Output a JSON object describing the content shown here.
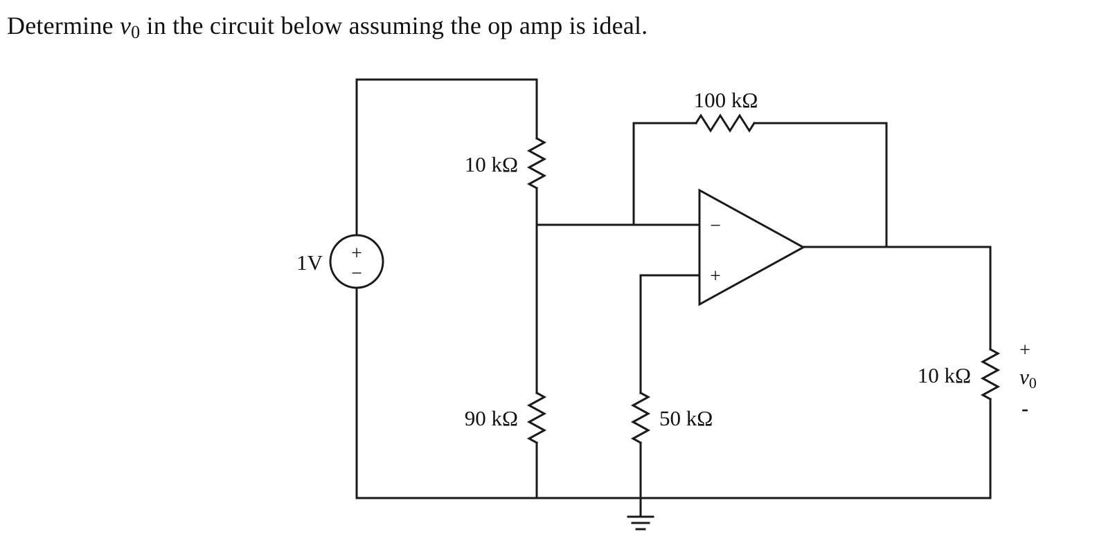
{
  "title": {
    "prefix": "Determine ",
    "v": "v",
    "v_sub": "0",
    "suffix": " in the circuit below assuming the op amp is ideal."
  },
  "components": {
    "source": {
      "label": "1V",
      "plus": "+",
      "minus": "−"
    },
    "r_top": {
      "label": "10 kΩ"
    },
    "r_bottom_left": {
      "label": "90 kΩ"
    },
    "r_mid": {
      "label": "50 kΩ"
    },
    "r_feedback": {
      "label": "100 kΩ"
    },
    "r_load": {
      "label": "10 kΩ"
    },
    "opamp": {
      "inverting": "−",
      "noninverting": "+"
    },
    "output": {
      "plus": "+",
      "v": "v",
      "v_sub": "0",
      "minus": "-"
    }
  }
}
